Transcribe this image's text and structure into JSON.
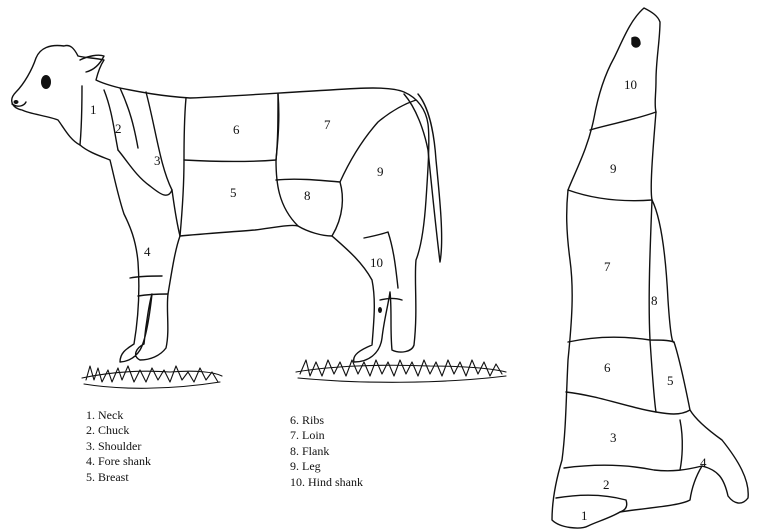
{
  "cuts": [
    {
      "number": "1",
      "name": "Neck"
    },
    {
      "number": "2",
      "name": "Chuck"
    },
    {
      "number": "3",
      "name": "Shoulder"
    },
    {
      "number": "4",
      "name": "Fore shank"
    },
    {
      "number": "5",
      "name": "Breast"
    },
    {
      "number": "6",
      "name": "Ribs"
    },
    {
      "number": "7",
      "name": "Loin"
    },
    {
      "number": "8",
      "name": "Flank"
    },
    {
      "number": "9",
      "name": "Leg"
    },
    {
      "number": "10",
      "name": "Hind shank"
    }
  ],
  "legend_left": [
    "1. Neck",
    "2. Chuck",
    "3. Shoulder",
    "4. Fore shank",
    "5. Breast"
  ],
  "legend_right": [
    "6. Ribs",
    "7. Loin",
    "8. Flank",
    "9. Leg",
    "10. Hind shank"
  ]
}
